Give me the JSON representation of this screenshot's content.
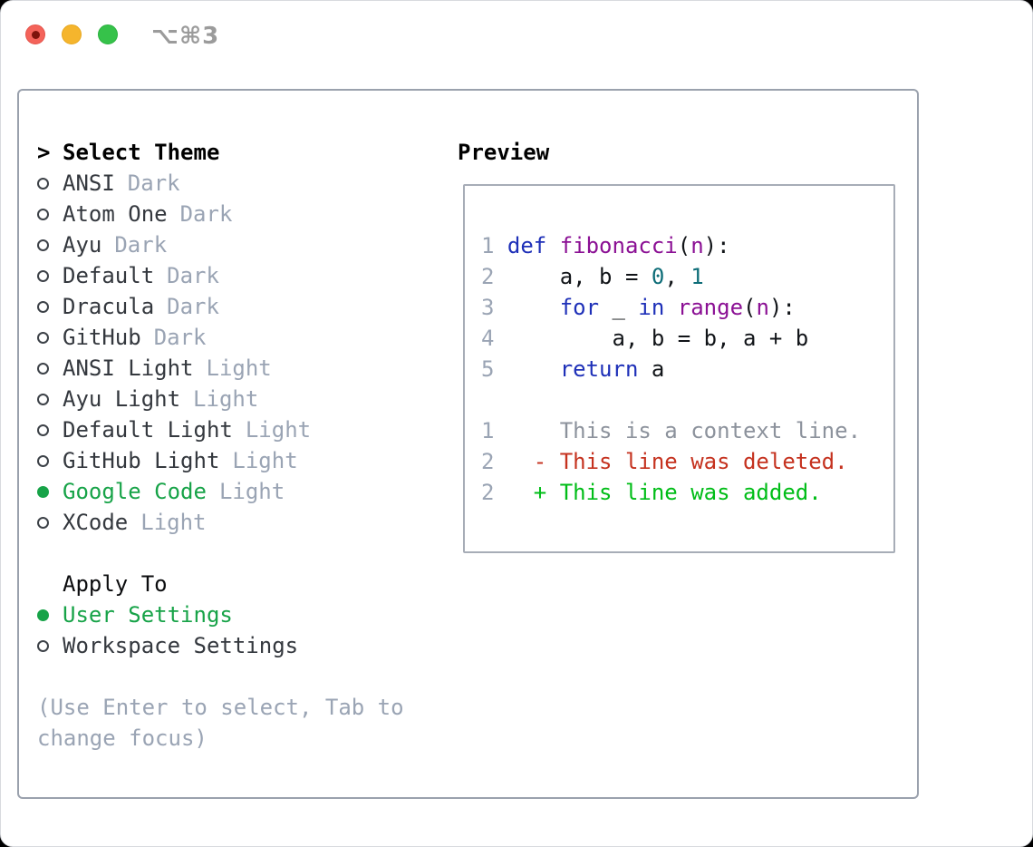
{
  "titlebar": {
    "shortcut": "⌥⌘3"
  },
  "theme_list": {
    "marker": ">",
    "header": "Select Theme",
    "items": [
      {
        "name": "ANSI",
        "variant": "Dark",
        "selected": false
      },
      {
        "name": "Atom One",
        "variant": "Dark",
        "selected": false
      },
      {
        "name": "Ayu",
        "variant": "Dark",
        "selected": false
      },
      {
        "name": "Default",
        "variant": "Dark",
        "selected": false
      },
      {
        "name": "Dracula",
        "variant": "Dark",
        "selected": false
      },
      {
        "name": "GitHub",
        "variant": "Dark",
        "selected": false
      },
      {
        "name": "ANSI Light",
        "variant": "Light",
        "selected": false
      },
      {
        "name": "Ayu Light",
        "variant": "Light",
        "selected": false
      },
      {
        "name": "Default Light",
        "variant": "Light",
        "selected": false
      },
      {
        "name": "GitHub Light",
        "variant": "Light",
        "selected": false
      },
      {
        "name": "Google Code",
        "variant": "Light",
        "selected": true
      },
      {
        "name": "XCode",
        "variant": "Light",
        "selected": false
      }
    ]
  },
  "apply_to": {
    "header": "Apply To",
    "items": [
      {
        "label": "User Settings",
        "selected": true
      },
      {
        "label": "Workspace Settings",
        "selected": false
      }
    ]
  },
  "help_text": "(Use Enter to select, Tab to change focus)",
  "preview": {
    "title": "Preview",
    "code_lines": [
      {
        "num": "1",
        "tokens": [
          {
            "text": "def ",
            "type": "keyword"
          },
          {
            "text": "fibonacci",
            "type": "function"
          },
          {
            "text": "(",
            "type": "plain"
          },
          {
            "text": "n",
            "type": "function"
          },
          {
            "text": "):",
            "type": "plain"
          }
        ]
      },
      {
        "num": "2",
        "tokens": [
          {
            "text": "    a, b = ",
            "type": "plain"
          },
          {
            "text": "0",
            "type": "number"
          },
          {
            "text": ", ",
            "type": "plain"
          },
          {
            "text": "1",
            "type": "number"
          }
        ]
      },
      {
        "num": "3",
        "tokens": [
          {
            "text": "    ",
            "type": "plain"
          },
          {
            "text": "for",
            "type": "keyword"
          },
          {
            "text": " _ ",
            "type": "plain"
          },
          {
            "text": "in",
            "type": "keyword"
          },
          {
            "text": " ",
            "type": "plain"
          },
          {
            "text": "range",
            "type": "function"
          },
          {
            "text": "(",
            "type": "plain"
          },
          {
            "text": "n",
            "type": "function"
          },
          {
            "text": "):",
            "type": "plain"
          }
        ]
      },
      {
        "num": "4",
        "tokens": [
          {
            "text": "        a, b = b, a + b",
            "type": "plain"
          }
        ]
      },
      {
        "num": "5",
        "tokens": [
          {
            "text": "    ",
            "type": "plain"
          },
          {
            "text": "return",
            "type": "keyword"
          },
          {
            "text": " a",
            "type": "plain"
          }
        ]
      }
    ],
    "diff_lines": [
      {
        "num": "1",
        "marker": " ",
        "text": "This is a context line.",
        "type": "context"
      },
      {
        "num": "2",
        "marker": "-",
        "text": "This line was deleted.",
        "type": "deleted"
      },
      {
        "num": "2",
        "marker": "+",
        "text": "This line was added.",
        "type": "added"
      }
    ]
  },
  "colors": {
    "accent-green": "#17a348",
    "keyword": "#1e30b8",
    "function": "#8b1094",
    "number": "#0e6d78",
    "plain": "#111418",
    "line-number": "#9aa4b4",
    "context": "#8c929c",
    "deleted": "#c5321f",
    "added": "#00bd17",
    "muted": "#9aa4b4",
    "text-dark": "#34383e",
    "panel-border": "#9aa1ad",
    "preview-border": "#a7adb7",
    "traffic-red": "#f4635a",
    "traffic-red-dot": "#7e140c",
    "traffic-yellow": "#f5b52d",
    "traffic-green": "#36c24a",
    "shortcut-gray": "#9b9b9b"
  }
}
